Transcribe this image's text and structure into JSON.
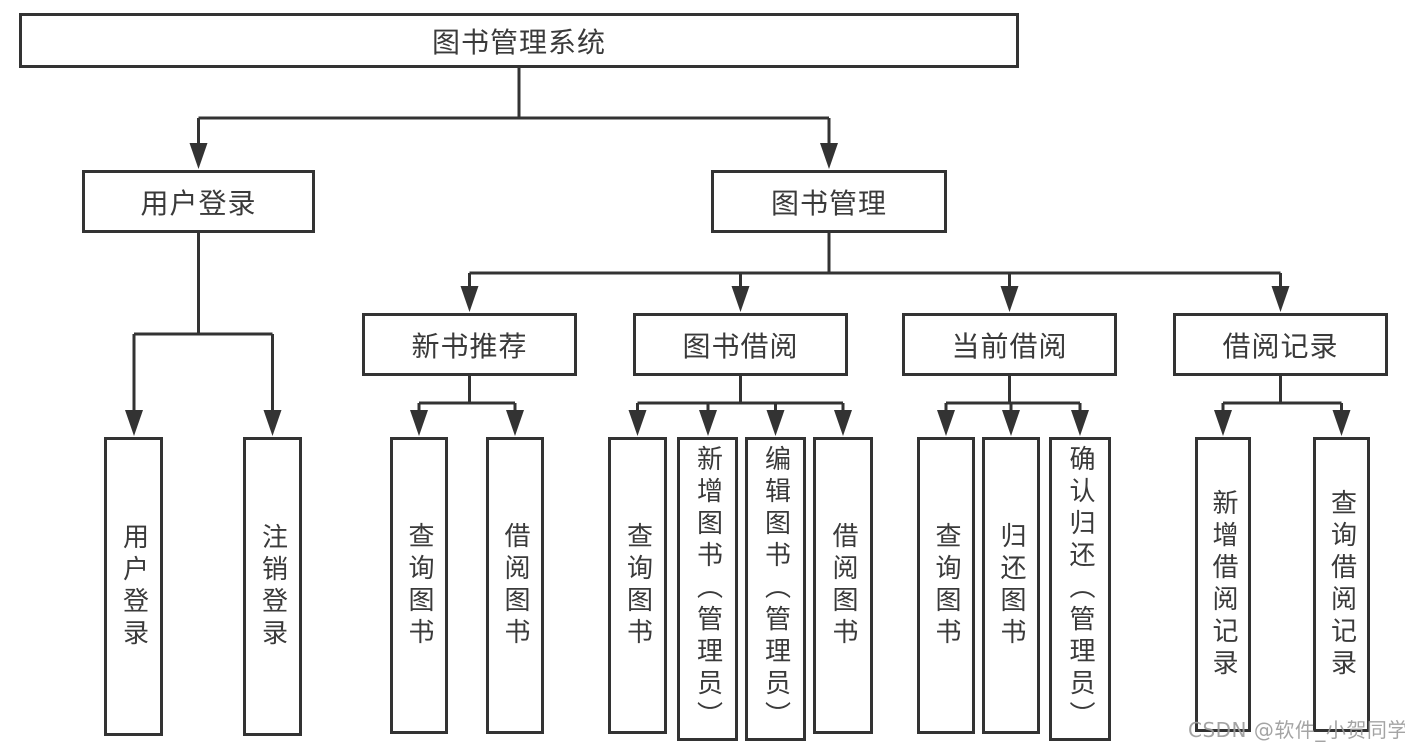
{
  "colors": {
    "background": "#ffffff",
    "line": "#333333",
    "box_border": "#333333",
    "box_fill": "#ffffff",
    "text": "#3a3a3a",
    "watermark": "#9d9d9d"
  },
  "watermark": "CSDN @软件_小贺同学",
  "nodes": {
    "root": "图书管理系统",
    "user_login": "用户登录",
    "book_management": "图书管理",
    "new_book_recommend": "新书推荐",
    "book_borrow": "图书借阅",
    "current_borrow": "当前借阅",
    "borrow_records": "借阅记录",
    "leaf_user_login": "用户登录",
    "leaf_logout": "注销登录",
    "leaf_query_book_a": "查询图书",
    "leaf_borrow_book_a": "借阅图书",
    "leaf_query_book_b": "查询图书",
    "leaf_add_book_admin": "新增图书（管理员）",
    "leaf_edit_book_admin": "编辑图书（管理员）",
    "leaf_borrow_book_b": "借阅图书",
    "leaf_query_book_c": "查询图书",
    "leaf_return_book": "归还图书",
    "leaf_confirm_return_admin": "确认归还（管理员）",
    "leaf_add_borrow_record": "新增借阅记录",
    "leaf_query_borrow_record": "查询借阅记录"
  },
  "hierarchy": {
    "图书管理系统": [
      "用户登录",
      "图书管理"
    ],
    "用户登录": [
      "用户登录",
      "注销登录"
    ],
    "图书管理": [
      "新书推荐",
      "图书借阅",
      "当前借阅",
      "借阅记录"
    ],
    "新书推荐": [
      "查询图书",
      "借阅图书"
    ],
    "图书借阅": [
      "查询图书",
      "新增图书（管理员）",
      "编辑图书（管理员）",
      "借阅图书"
    ],
    "当前借阅": [
      "查询图书",
      "归还图书",
      "确认归还（管理员）"
    ],
    "借阅记录": [
      "新增借阅记录",
      "查询借阅记录"
    ]
  }
}
